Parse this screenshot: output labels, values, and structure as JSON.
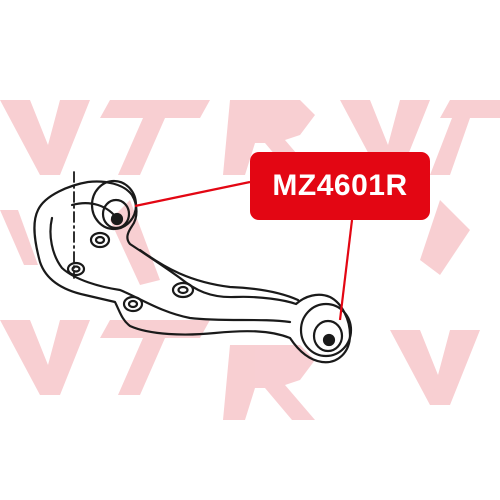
{
  "diagram": {
    "part_label": "MZ4601R",
    "colors": {
      "accent": "#e30613",
      "line_art": "#1a1a1a",
      "watermark": "#f6c9cc",
      "background": "#ffffff"
    },
    "icons": [
      "suspension-arm-drawing",
      "bushing-icon",
      "vtr-watermark"
    ]
  }
}
